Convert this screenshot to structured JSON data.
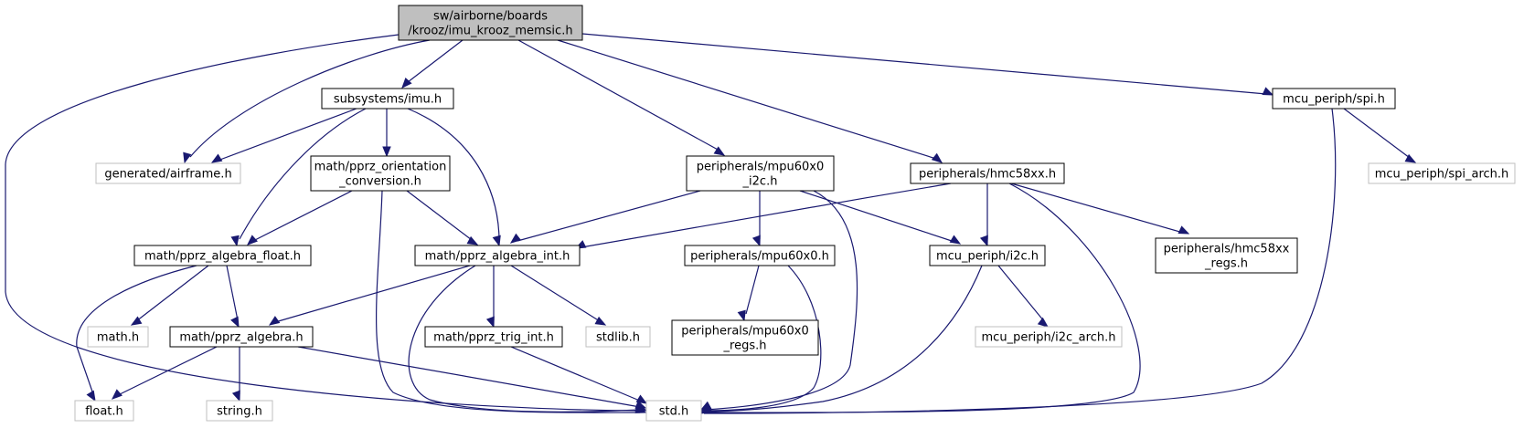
{
  "diagram": {
    "colors": {
      "edge": "#191970",
      "root_fill": "#bfbfbf",
      "external_border": "#bfbfbf",
      "node_border": "#000000"
    },
    "nodes": {
      "root": {
        "lines": [
          "sw/airborne/boards",
          "/krooz/imu_krooz_memsic.h"
        ]
      },
      "imu": {
        "lines": [
          "subsystems/imu.h"
        ]
      },
      "spi": {
        "lines": [
          "mcu_periph/spi.h"
        ]
      },
      "airframe": {
        "lines": [
          "generated/airframe.h"
        ]
      },
      "orient": {
        "lines": [
          "math/pprz_orientation",
          "_conversion.h"
        ]
      },
      "mpu_i2c": {
        "lines": [
          "peripherals/mpu60x0",
          "_i2c.h"
        ]
      },
      "hmc": {
        "lines": [
          "peripherals/hmc58xx.h"
        ]
      },
      "spi_arch": {
        "lines": [
          "mcu_periph/spi_arch.h"
        ]
      },
      "alg_float": {
        "lines": [
          "math/pprz_algebra_float.h"
        ]
      },
      "alg_int": {
        "lines": [
          "math/pprz_algebra_int.h"
        ]
      },
      "mpu": {
        "lines": [
          "peripherals/mpu60x0.h"
        ]
      },
      "i2c": {
        "lines": [
          "mcu_periph/i2c.h"
        ]
      },
      "hmc_regs": {
        "lines": [
          "peripherals/hmc58xx",
          "_regs.h"
        ]
      },
      "mathh": {
        "lines": [
          "math.h"
        ]
      },
      "alg": {
        "lines": [
          "math/pprz_algebra.h"
        ]
      },
      "trig": {
        "lines": [
          "math/pprz_trig_int.h"
        ]
      },
      "stdlib": {
        "lines": [
          "stdlib.h"
        ]
      },
      "mpu_regs": {
        "lines": [
          "peripherals/mpu60x0",
          "_regs.h"
        ]
      },
      "i2c_arch": {
        "lines": [
          "mcu_periph/i2c_arch.h"
        ]
      },
      "floath": {
        "lines": [
          "float.h"
        ]
      },
      "stringh": {
        "lines": [
          "string.h"
        ]
      },
      "stdh": {
        "lines": [
          "std.h"
        ]
      }
    }
  }
}
